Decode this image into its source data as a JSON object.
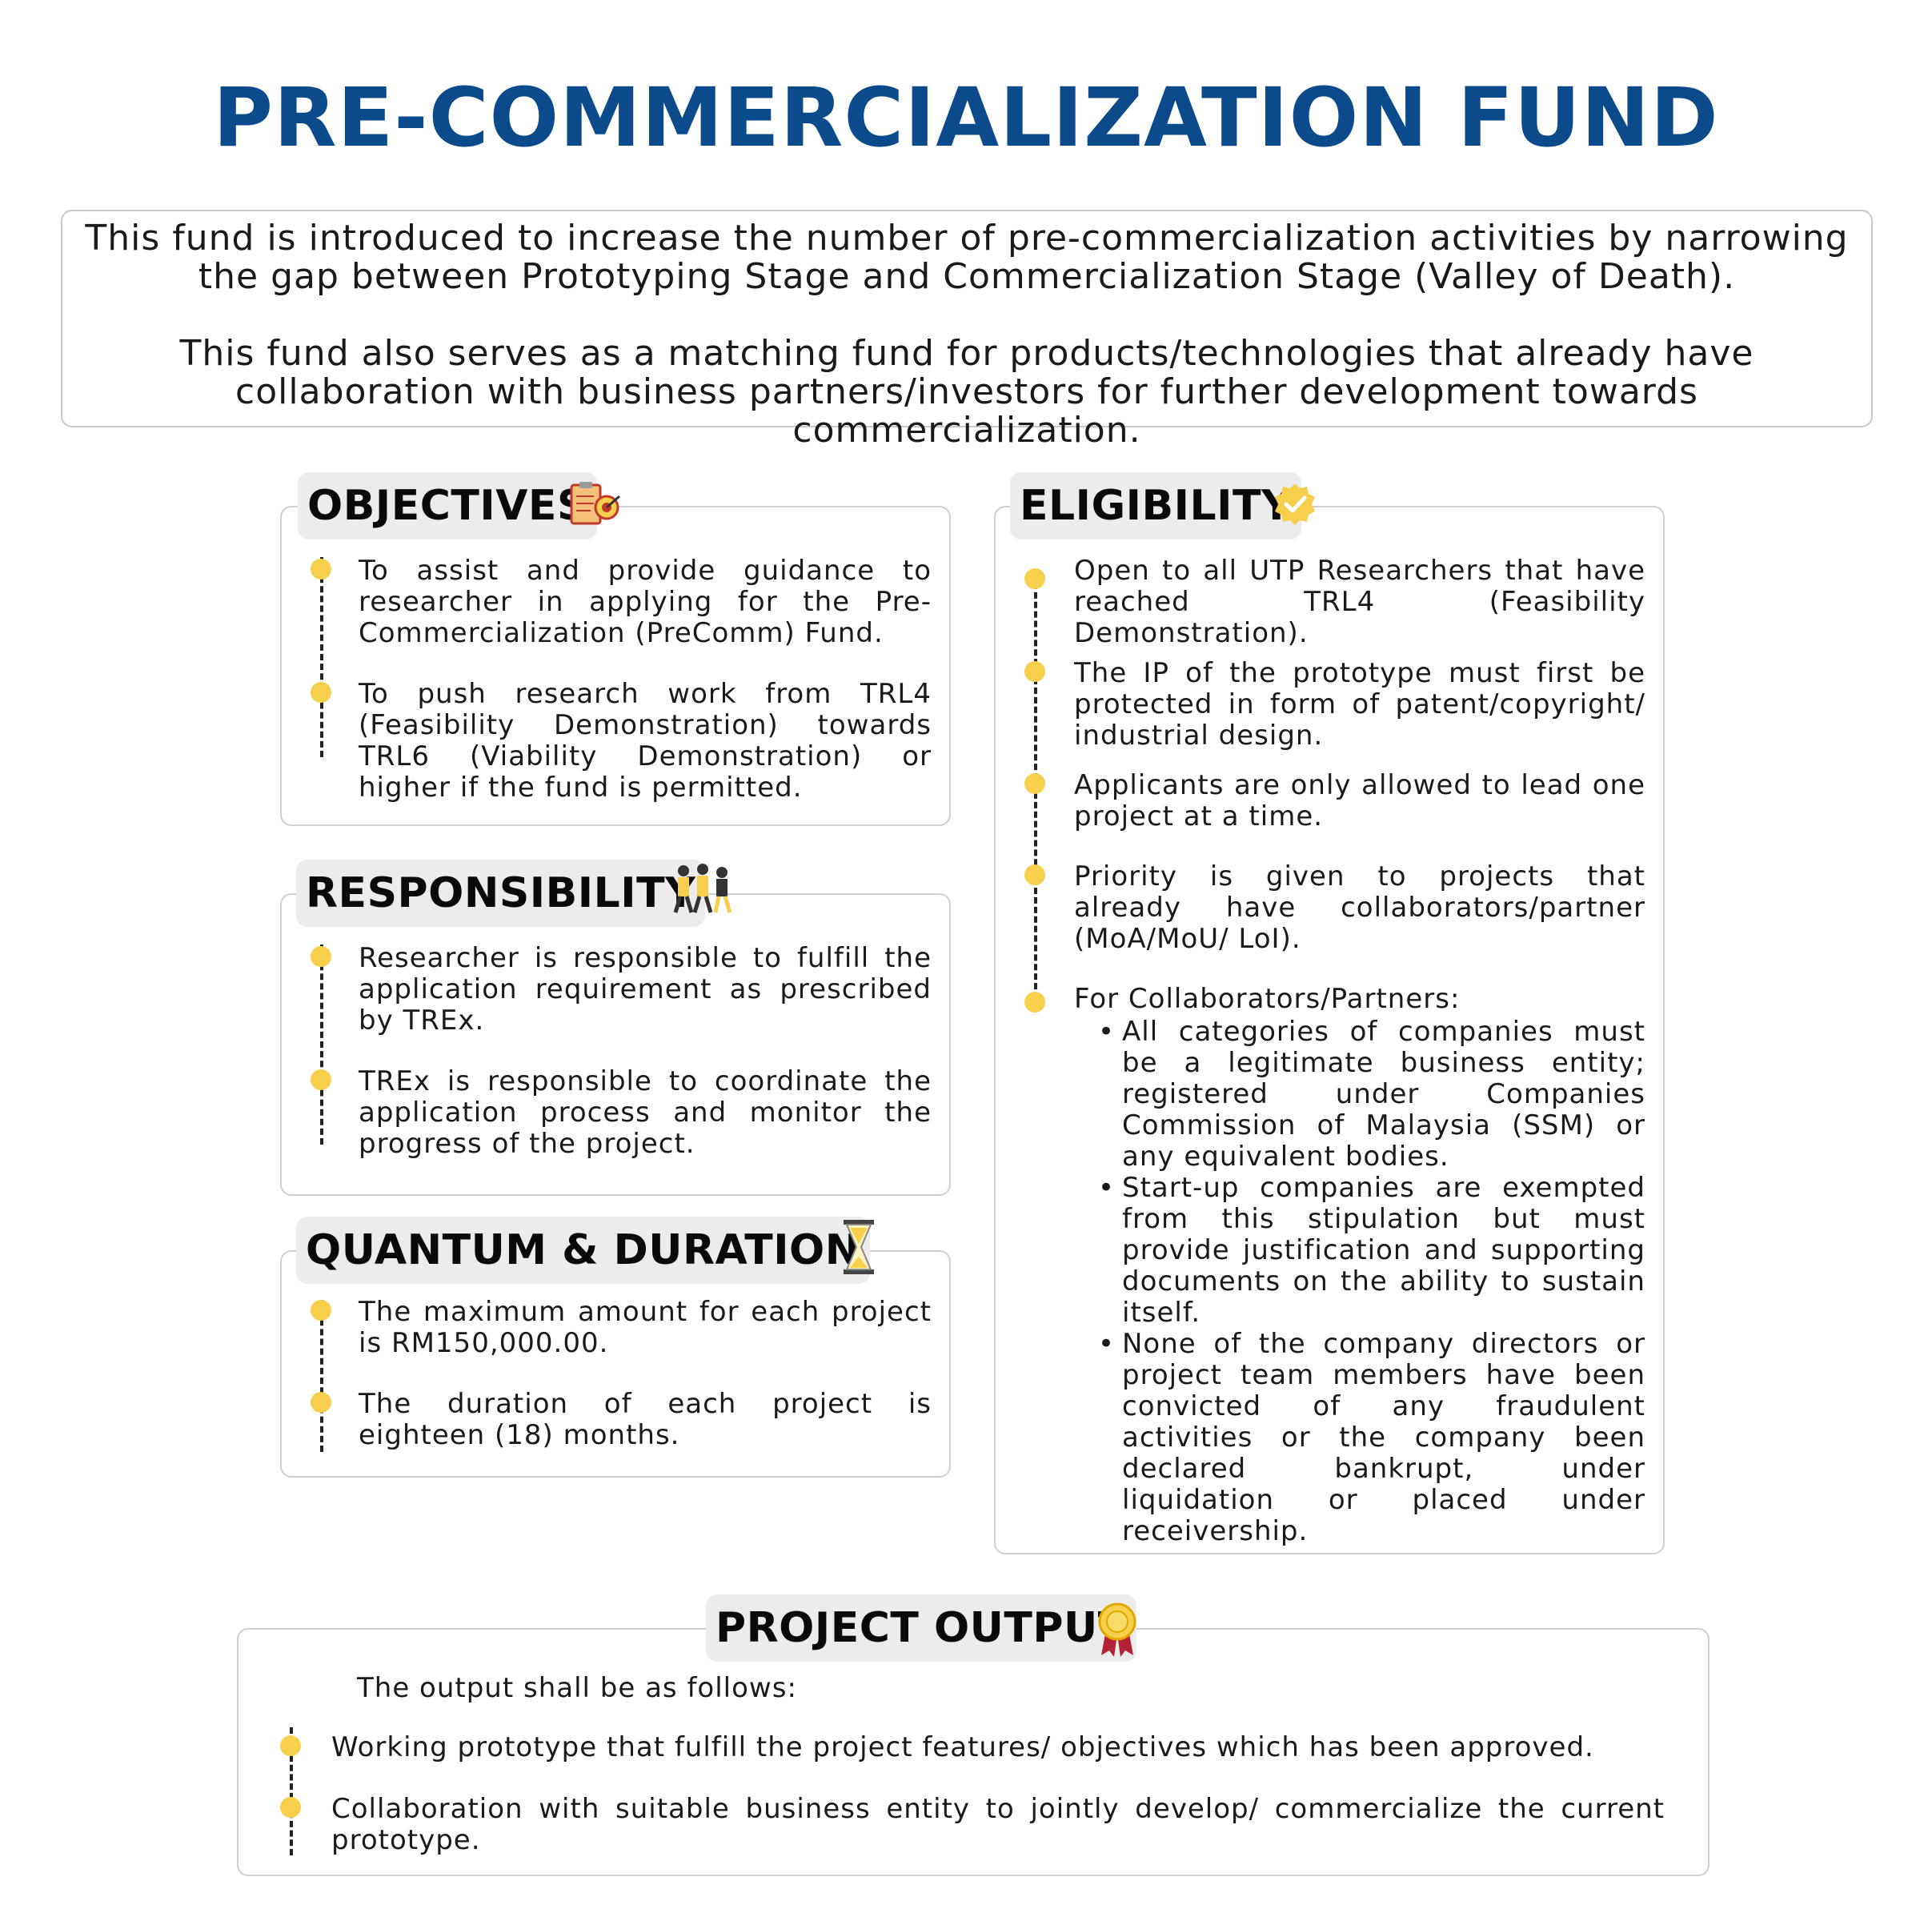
{
  "title": "PRE-COMMERCIALIZATION FUND",
  "intro": {
    "p1": "This fund is introduced to increase the number of pre-commercialization activities by narrowing the gap between Prototyping Stage and Commercialization Stage (Valley of Death).",
    "p2": "This fund also serves as a matching fund for products/technologies that already have collaboration with business partners/investors for further development towards commercialization."
  },
  "objectives": {
    "heading": "OBJECTIVES",
    "icon": "clipboard-target-icon",
    "items": [
      "To assist and provide guidance to researcher in applying for the Pre-Commercialization (PreComm) Fund.",
      "To push research work from TRL4 (Feasibility Demonstration) towards TRL6 (Viability Demonstration) or higher if the fund is permitted."
    ]
  },
  "responsibility": {
    "heading": "RESPONSIBILITY",
    "icon": "team-people-icon",
    "items": [
      "Researcher is responsible to fulfill the application requirement as prescribed by TREx.",
      "TREx is responsible to coordinate the application process and monitor the progress of the project."
    ]
  },
  "quantum": {
    "heading": "QUANTUM & DURATION",
    "icon": "hourglass-icon",
    "items": [
      "The maximum amount for each project is RM150,000.00.",
      "The duration of each project is eighteen (18) months."
    ]
  },
  "eligibility": {
    "heading": "ELIGIBILITY",
    "icon": "verified-badge-icon",
    "items": [
      "Open to all UTP Researchers that have reached TRL4 (Feasibility Demonstration).",
      "The IP of the prototype must first be protected in form of patent/copyright/ industrial design.",
      "Applicants are only allowed to lead one project at a time.",
      "Priority is given to projects that already have collaborators/partner (MoA/MoU/ LoI).",
      "For Collaborators/Partners:"
    ],
    "subitems": [
      "All categories of companies must be a legitimate business entity; registered under Companies Commission of Malaysia (SSM) or any equivalent bodies.",
      "Start-up companies are exempted from this stipulation but must provide justification and supporting documents on the ability to sustain itself.",
      "None of the company directors or project team members have been convicted of any fraudulent activities or the company been declared bankrupt, under liquidation or placed under receivership."
    ]
  },
  "output": {
    "heading": "PROJECT OUTPUT",
    "icon": "medal-ribbon-icon",
    "lead": "The output shall be as follows:",
    "items": [
      "Working prototype that fulfill the project features/ objectives which has been approved.",
      "Collaboration with suitable business entity to jointly develop/ commercialize the current prototype."
    ]
  },
  "colors": {
    "title": "#0b4a8b",
    "bullet": "#f6d04d",
    "tab": "#ececec"
  }
}
